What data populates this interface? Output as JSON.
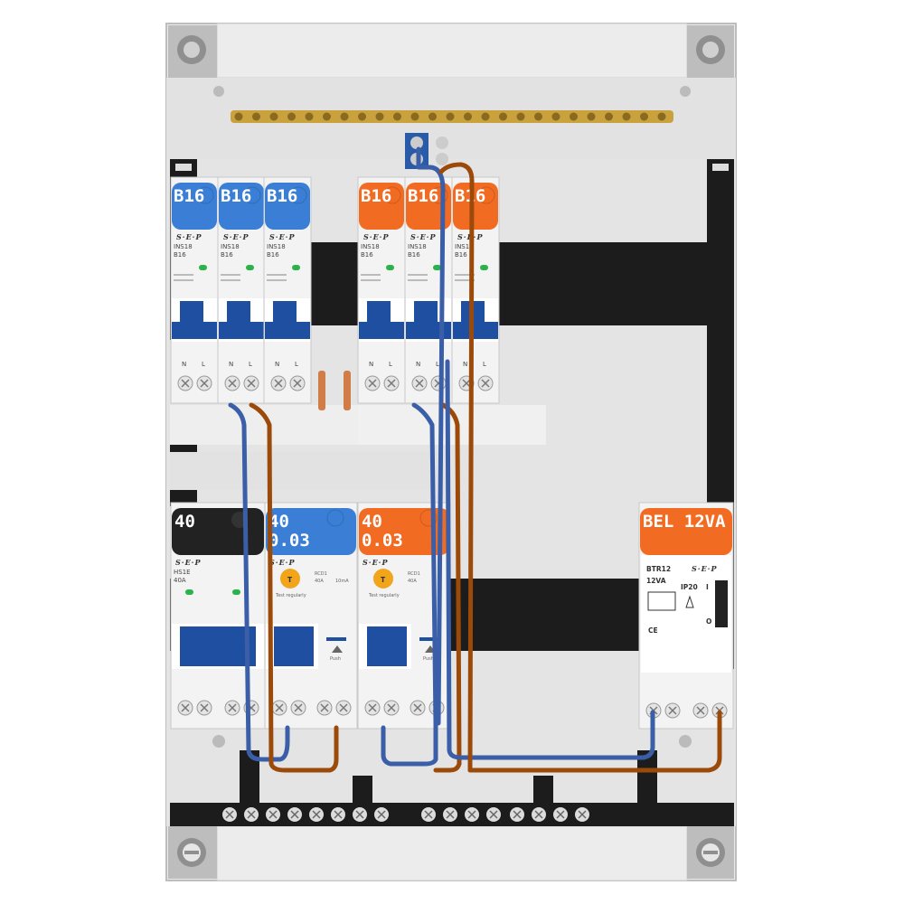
{
  "colors": {
    "blue": "#3a7fd5",
    "orange": "#f26b22",
    "black": "#222222",
    "wire_blue": "#3a5fa8",
    "wire_brown": "#9c4a0a",
    "handle_blue": "#1f4fa0",
    "enclosure": "#e6e6e6",
    "din_rail": "#1c1c1c"
  },
  "top_row": {
    "breakers": [
      {
        "label": "B16",
        "color": "blue",
        "model": "INS18",
        "rating": "B16"
      },
      {
        "label": "B16",
        "color": "blue",
        "model": "INS18",
        "rating": "B16"
      },
      {
        "label": "B16",
        "color": "blue",
        "model": "INS18",
        "rating": "B16"
      },
      {
        "label": "B16",
        "color": "orange",
        "model": "INS18",
        "rating": "B16"
      },
      {
        "label": "B16",
        "color": "orange",
        "model": "INS18",
        "rating": "B16"
      },
      {
        "label": "B16",
        "color": "orange",
        "model": "INS18",
        "rating": "B16"
      }
    ]
  },
  "bottom_row": {
    "main_switch": {
      "label": "40",
      "color": "black",
      "model": "HS1E",
      "rating": "40A"
    },
    "rcds": [
      {
        "label_line1": "40",
        "label_line2": "0.03",
        "color": "blue",
        "model": "RCD1",
        "rating": "40A",
        "sensitivity": "10mA",
        "test_text": "Test regularly",
        "button_letter": "T",
        "push_text": "Push"
      },
      {
        "label_line1": "40",
        "label_line2": "0.03",
        "color": "orange",
        "model": "RCD1",
        "rating": "40A",
        "test_text": "Test regularly",
        "button_letter": "T",
        "push_text": "Push"
      }
    ],
    "transformer": {
      "label": "BEL 12VA",
      "color": "orange",
      "model": "BTR12",
      "voltage": "12VA",
      "ip": "IP20",
      "switch_on": "I",
      "switch_off": "O"
    }
  },
  "brand_text": "S·E·P",
  "terminal_letters": [
    "N",
    "L"
  ]
}
